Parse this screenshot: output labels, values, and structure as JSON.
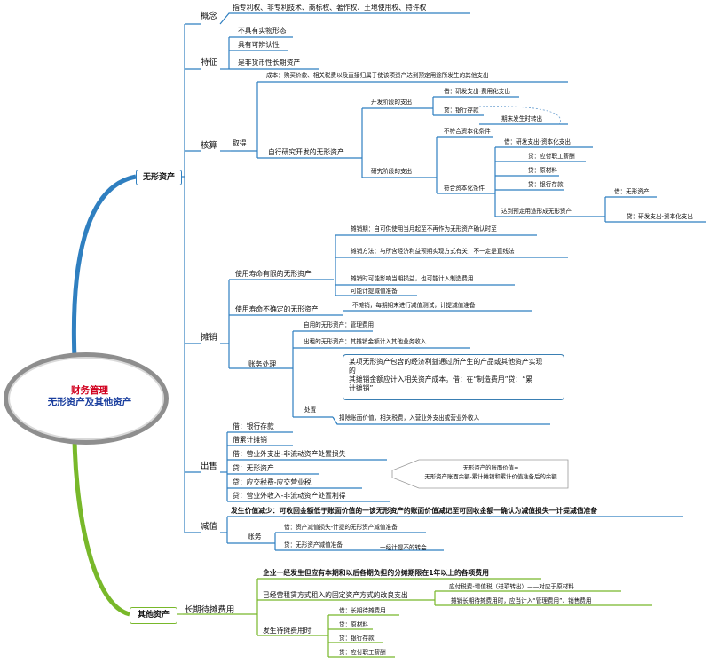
{
  "root": {
    "title": "财务管理",
    "subtitle": "无形资产及其他资产"
  },
  "intangible": {
    "label": "无形资产",
    "concept": {
      "label": "概念",
      "text": "指专利权、非专利技术、商标权、著作权、土地使用权、特许权"
    },
    "features": {
      "label": "特征",
      "items": [
        "不具有实物形态",
        "具有可辨认性",
        "是非货币性长期资产"
      ]
    },
    "accounting": {
      "label": "核算",
      "acquire": {
        "label": "取得",
        "cost": "成本：购买价款、相关税费以及直接归属于使该项资产达到预定用途所发生的其他支出",
        "self_dev": {
          "label": "自行研究开发的无形资产",
          "dev_stage": {
            "label": "开发阶段的支出",
            "debit": "借：研发支出-费用化支出",
            "credit": "贷：银行存款",
            "period_end": "期末发生时转出"
          },
          "research_stage": {
            "label": "研究阶段的支出",
            "not_qualified": "不符合资本化条件",
            "qualified": {
              "label": "符合资本化条件",
              "entries": [
                "借：研发支出-资本化支出",
                "贷：应付职工薪酬",
                "贷：原材料",
                "贷：银行存款"
              ],
              "ready": {
                "label": "达到预定用途形成无形资产",
                "debit": "借：无形资产",
                "credit": "贷：研发支出-资本化支出"
              }
            }
          }
        }
      }
    },
    "amortization": {
      "label": "摊销",
      "finite": {
        "label": "使用寿命有限的无形资产",
        "items": [
          "摊销期：自可供使用当月起至不再作为无形资产确认时至",
          "摊销方法：与所含经济利益预期实现方式有关，不一定是直线法",
          "摊销时可能影响当期损益，也可能计入制造费用",
          "可能计提减值准备"
        ]
      },
      "indefinite": {
        "label": "使用寿命不确定的无形资产",
        "text": "不摊销，每期期末进行减值测试，计提减值准备"
      },
      "treatment": {
        "label": "账务处理",
        "items": [
          "自用的无形资产：管理费用",
          "出租的无形资产：其摊销金额计入其他业务收入"
        ],
        "note_lines": [
          "某项无形资产包含的经济利益通过所产生的产品或其他资产实现",
          "的",
          "其摊销金额应计入相关资产成本。借：在“制造费用”贷：“累",
          "计摊销”"
        ]
      },
      "disposal": {
        "label": "处置",
        "text": "扣除账面价值，相关税费，入营业外支出或营业外收入"
      }
    },
    "sale": {
      "label": "出售",
      "entries": [
        "借：银行存款",
        "借累计摊销",
        "借：营业外支出-非流动资产处置损失",
        "贷：无形资产",
        "贷：应交税费-应交营业税",
        "贷：营业外收入-非流动资产处置利得"
      ],
      "callout": [
        "无形资产的账面价值=",
        "无形资产账面余额-累计摊销和累计价值准备后的余额"
      ]
    },
    "impairment": {
      "label": "减值",
      "phenomenon": "发生价值减少：可收回金额低于账面价值的一该无形资产的账面价值减记至可回收金额一确认为减值损失一计提减值准备",
      "accounting": {
        "label": "账务",
        "debit": "借：资产减值损失-计提的无形资产减值准备",
        "credit": "贷：无形资产减值准备",
        "note": "一经计提不的转会"
      }
    }
  },
  "other": {
    "label": "其他资产",
    "long_term": {
      "label": "长期待摊费用",
      "definition": "企业一经发生但应有本期和以后各期负担的分摊期限在1年以上的各项费用",
      "lease": {
        "label": "已经营租赁方式租入的固定资产方式的改良支出",
        "item1": "应付税费-增值税（进项转出）——对应于原材料",
        "item2": "摊销长期待摊费用时，应当计入“管理费用”、销售费用"
      },
      "occur": {
        "label": "发生待摊费用时",
        "entries": [
          "借：长期待摊费用",
          "贷：原材料",
          "贷：银行存款",
          "贷：应付职工薪酬"
        ]
      }
    }
  },
  "colors": {
    "blue_branch": "#2f7fc0",
    "green_branch": "#78b82a",
    "root_title": "#d1001f",
    "root_sub": "#1a3e9e"
  }
}
